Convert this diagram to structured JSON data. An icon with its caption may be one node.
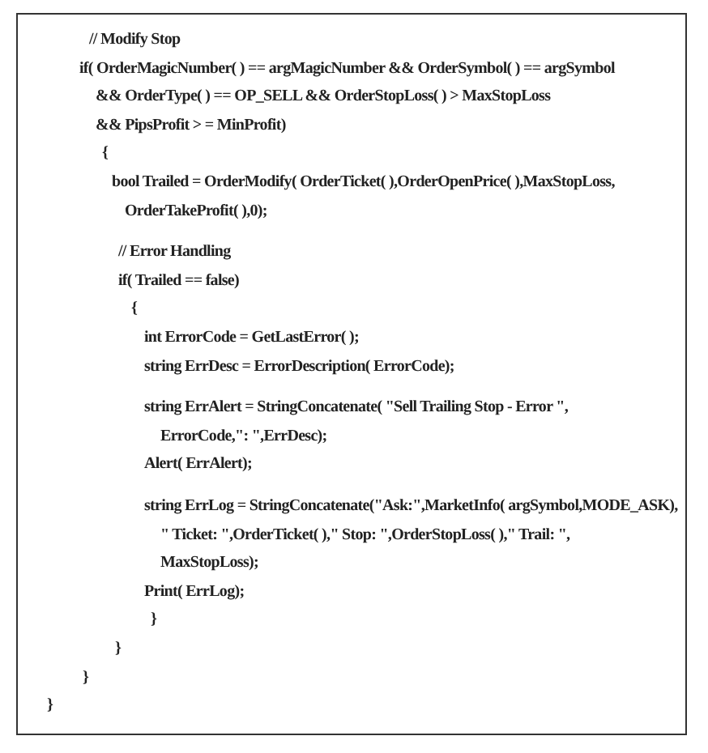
{
  "diagram": {
    "labels": [
      "// Modify Stop",
      "if( OrderMagicNumber( ) == argMagicNumber && OrderSymbol( ) == argSymbol",
      "&& OrderType( ) == OP_SELL && OrderStopLoss( ) > MaxStopLoss",
      "&& PipsProfit > = MinProfit)",
      "{",
      "bool Trailed = OrderModify( OrderTicket( ),OrderOpenPrice( ),MaxStopLoss,",
      "OrderTakeProfit( ),0);",
      "// Error Handling",
      "if( Trailed == false)",
      "{",
      "int ErrorCode = GetLastError( );",
      "string ErrDesc = ErrorDescription( ErrorCode);",
      "string ErrAlert = StringConcatenate( \"Sell Trailing Stop - Error \",",
      "ErrorCode,\": \",ErrDesc);",
      "Alert( ErrAlert);",
      "string ErrLog = StringConcatenate(\"Ask:\",MarketInfo( argSymbol,MODE_ASK),",
      "\" Ticket: \",OrderTicket( ),\" Stop: \",OrderStopLoss( ),\" Trail: \",",
      "MaxStopLoss);",
      "Print( ErrLog);",
      "}",
      "}",
      "}",
      "}"
    ]
  }
}
